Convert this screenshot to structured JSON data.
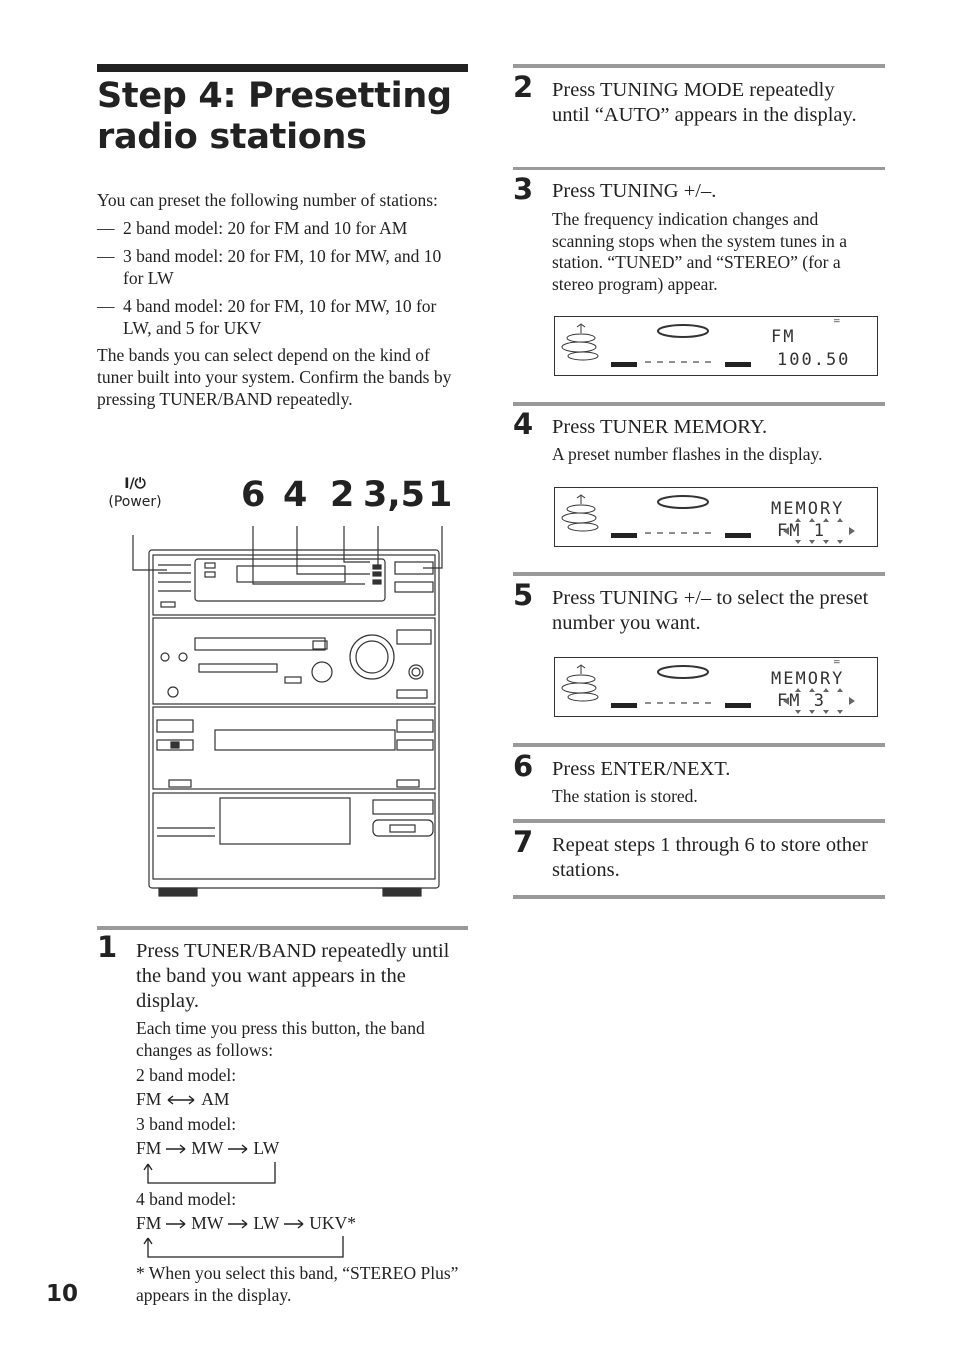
{
  "page": {
    "title_line1": "Step 4:  Presetting",
    "title_line2": "radio stations",
    "page_number": "10"
  },
  "intro": {
    "lead": "You can preset the following number of stations:",
    "bullets": [
      "2 band model: 20 for FM and 10 for AM",
      "3 band model: 20 for FM, 10 for MW, and 10 for LW",
      "4 band model: 20 for FM, 10 for MW, 10 for LW, and 5 for UKV"
    ],
    "bands_note": "The bands you can select depend on the kind of tuner built into your system. Confirm the bands by pressing TUNER/BAND repeatedly."
  },
  "figure": {
    "power_symbol": "I/⏻",
    "power_label": "(Power)",
    "callouts": [
      "6",
      "4",
      "2",
      "3,5",
      "1"
    ]
  },
  "steps": [
    {
      "num": "1",
      "head": "Press TUNER/BAND repeatedly until the band you want appears in the display.",
      "sub": "Each time you press this button, the band changes as follows:",
      "models": [
        {
          "label": "2 band model:",
          "sequence": [
            "FM",
            "AM"
          ]
        },
        {
          "label": "3 band model:",
          "sequence": [
            "FM",
            "MW",
            "LW"
          ]
        },
        {
          "label": "4 band model:",
          "sequence": [
            "FM",
            "MW",
            "LW",
            "UKV*"
          ]
        }
      ],
      "footnote": "* When you select this band, “STEREO Plus” appears in the display."
    },
    {
      "num": "2",
      "head": "Press TUNING MODE repeatedly until “AUTO” appears in the display."
    },
    {
      "num": "3",
      "head": "Press TUNING +/–.",
      "sub": "The frequency indication changes and scanning stops when the system tunes in a station. “TUNED” and “STEREO” (for a stereo program) appear.",
      "display": {
        "line1": "FM",
        "line2": "100.50"
      }
    },
    {
      "num": "4",
      "head": "Press TUNER MEMORY.",
      "sub": "A preset number flashes in the display.",
      "display": {
        "line1": "MEMORY",
        "line2": "FM 1"
      }
    },
    {
      "num": "5",
      "head": "Press TUNING +/– to select the preset number you want.",
      "display": {
        "line1": "MEMORY",
        "line2": "FM 3"
      }
    },
    {
      "num": "6",
      "head": "Press ENTER/NEXT.",
      "sub": "The station is stored."
    },
    {
      "num": "7",
      "head": "Repeat steps 1 through 6 to store other stations."
    }
  ]
}
